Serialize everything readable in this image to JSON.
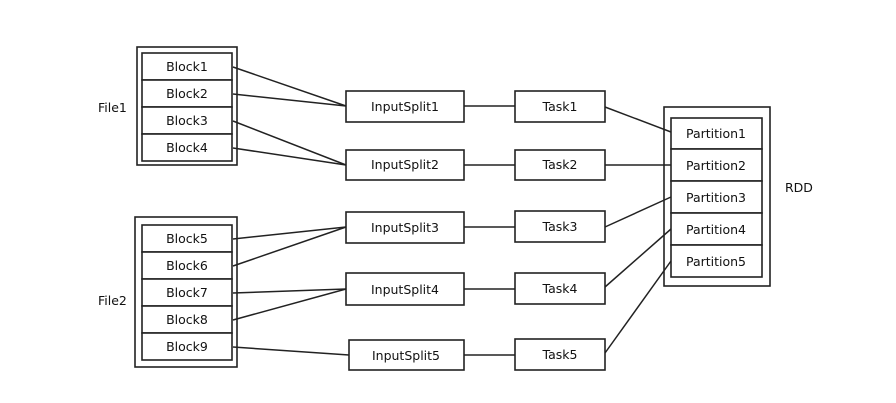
{
  "groups": {
    "file1": "File1",
    "file2": "File2",
    "rdd": "RDD"
  },
  "blocks": [
    "Block1",
    "Block2",
    "Block3",
    "Block4",
    "Block5",
    "Block6",
    "Block7",
    "Block8",
    "Block9"
  ],
  "splits": [
    "InputSplit1",
    "InputSplit2",
    "InputSplit3",
    "InputSplit4",
    "InputSplit5"
  ],
  "tasks": [
    "Task1",
    "Task2",
    "Task3",
    "Task4",
    "Task5"
  ],
  "partitions": [
    "Partition1",
    "Partition2",
    "Partition3",
    "Partition4",
    "Partition5"
  ]
}
